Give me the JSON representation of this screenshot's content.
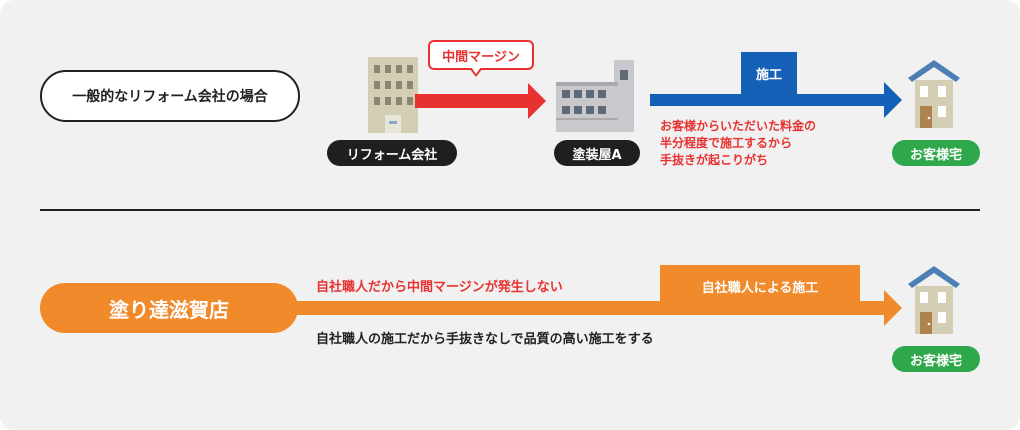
{
  "top": {
    "case_label": "一般的なリフォーム会社の場合",
    "reform_company_tag": "リフォーム会社",
    "margin_bubble": "中間マージン",
    "painter_tag": "塗装屋A",
    "construction_label": "施工",
    "note_lines": [
      "お客様からいただいた料金の",
      "半分程度で施工するから",
      "手抜きが起こりがち"
    ],
    "customer_tag": "お客様宅"
  },
  "bottom": {
    "company_label": "塗り達滋賀店",
    "no_margin_text": "自社職人だから中間マージンが発生しない",
    "construction_label": "自社職人による施工",
    "quality_text": "自社職人の施工だから手抜きなしで品質の高い施工をする",
    "customer_tag": "お客様宅"
  },
  "colors": {
    "background": "#f1f1f1",
    "red": "#e83232",
    "blue": "#1661b8",
    "orange": "#f08a2a",
    "green": "#2ea84a",
    "dark": "#1f1f1f"
  },
  "icons": [
    "office-building-icon",
    "painter-shop-icon",
    "house-icon"
  ]
}
